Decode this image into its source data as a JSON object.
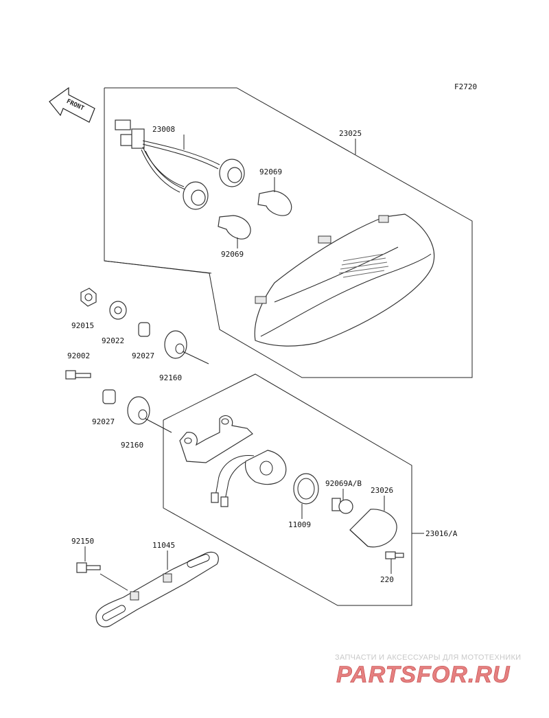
{
  "figure_code": "F2720",
  "front_arrow_text": "FRONT",
  "callouts": {
    "c23008": "23008",
    "c23025": "23025",
    "c92069_top": "92069",
    "c92069_bottom": "92069",
    "c92015": "92015",
    "c92022": "92022",
    "c92027_a": "92027",
    "c92002": "92002",
    "c92160_a": "92160",
    "c92027_b": "92027",
    "c92160_b": "92160",
    "c92069ab": "92069A/B",
    "c23026": "23026",
    "c11009": "11009",
    "c23016a": "23016/A",
    "c220": "220",
    "c92150": "92150",
    "c11045": "11045"
  },
  "watermark": {
    "tagline": "ЗАПЧАСТИ И АКСЕССУАРЫ ДЛЯ МОТОТЕХНИКИ",
    "logo": "PARTSFOR.RU"
  }
}
